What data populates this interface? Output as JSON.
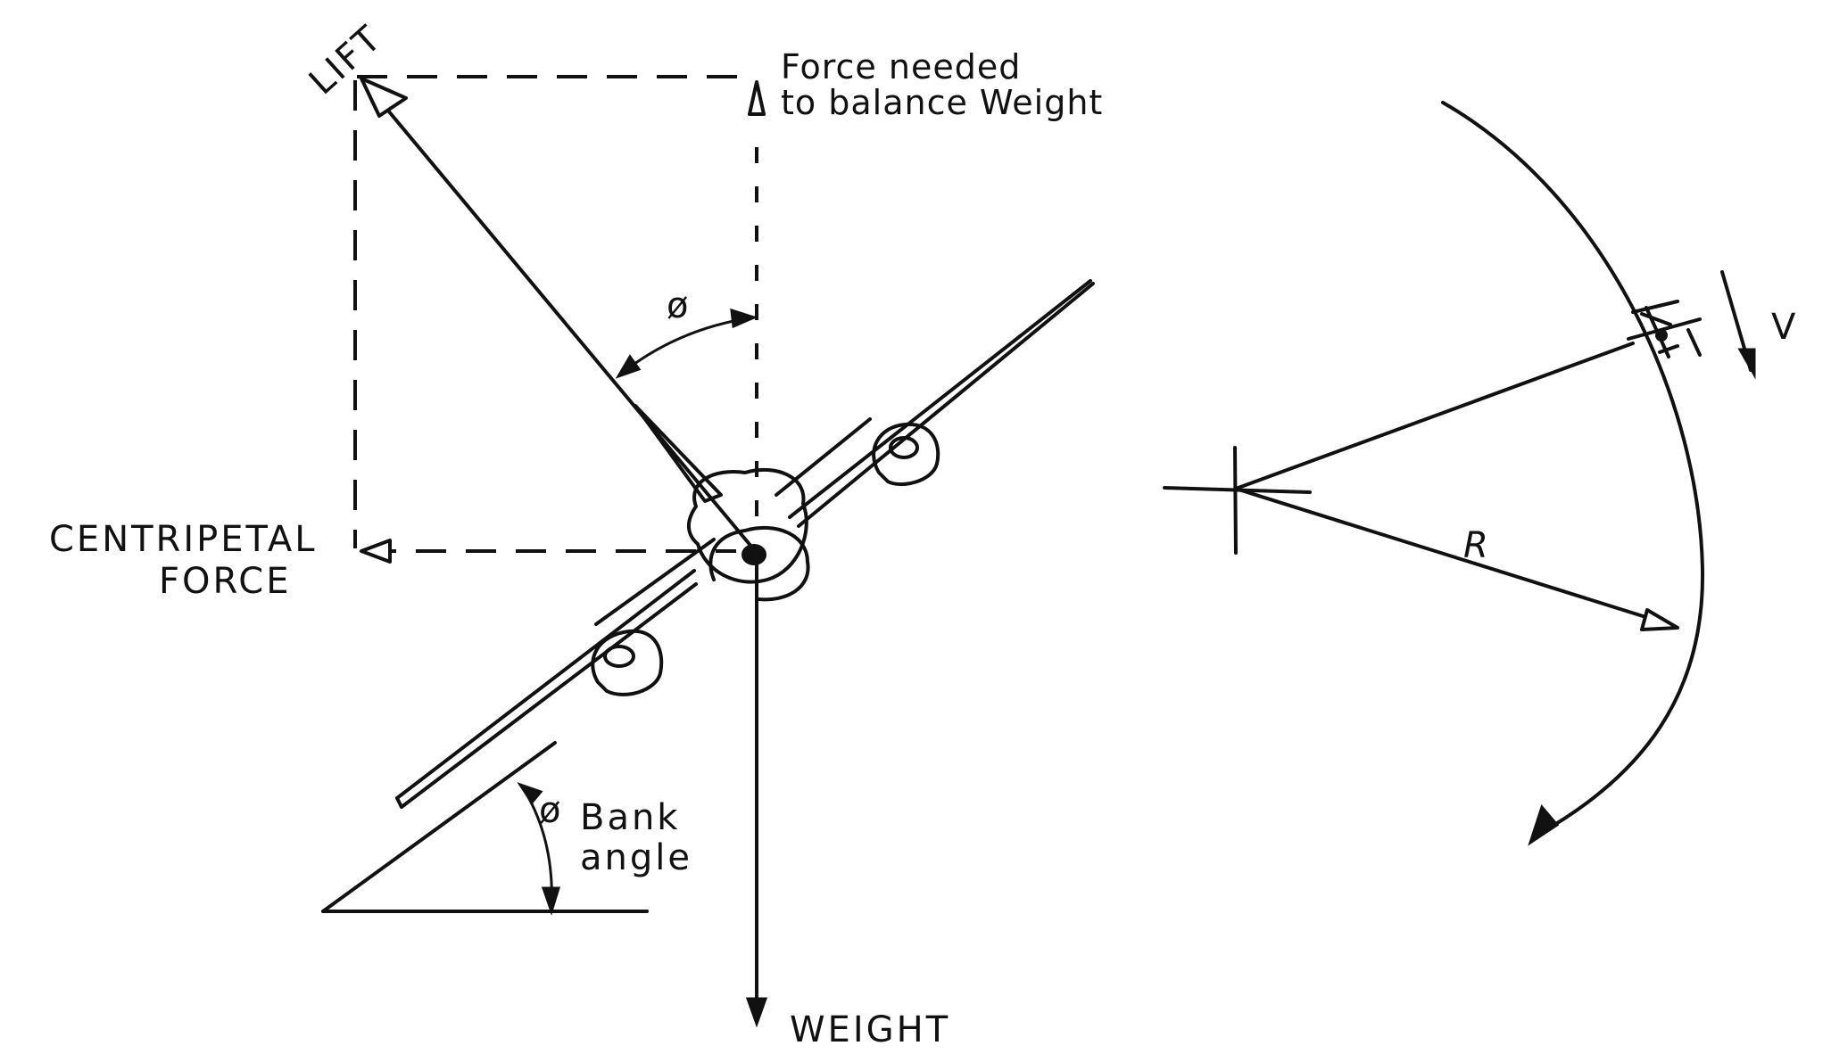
{
  "labels": {
    "lift": "LIFT",
    "force_needed_line1": "Force needed",
    "force_needed_line2": "to balance Weight",
    "phi_top": "ø",
    "centripetal_line1": "CENTRIPETAL",
    "centripetal_line2": "FORCE",
    "phi_bank": "ø",
    "bank_angle_line1": "Bank",
    "bank_angle_line2": "angle",
    "weight": "WEIGHT",
    "velocity": "V",
    "radius": "R"
  }
}
